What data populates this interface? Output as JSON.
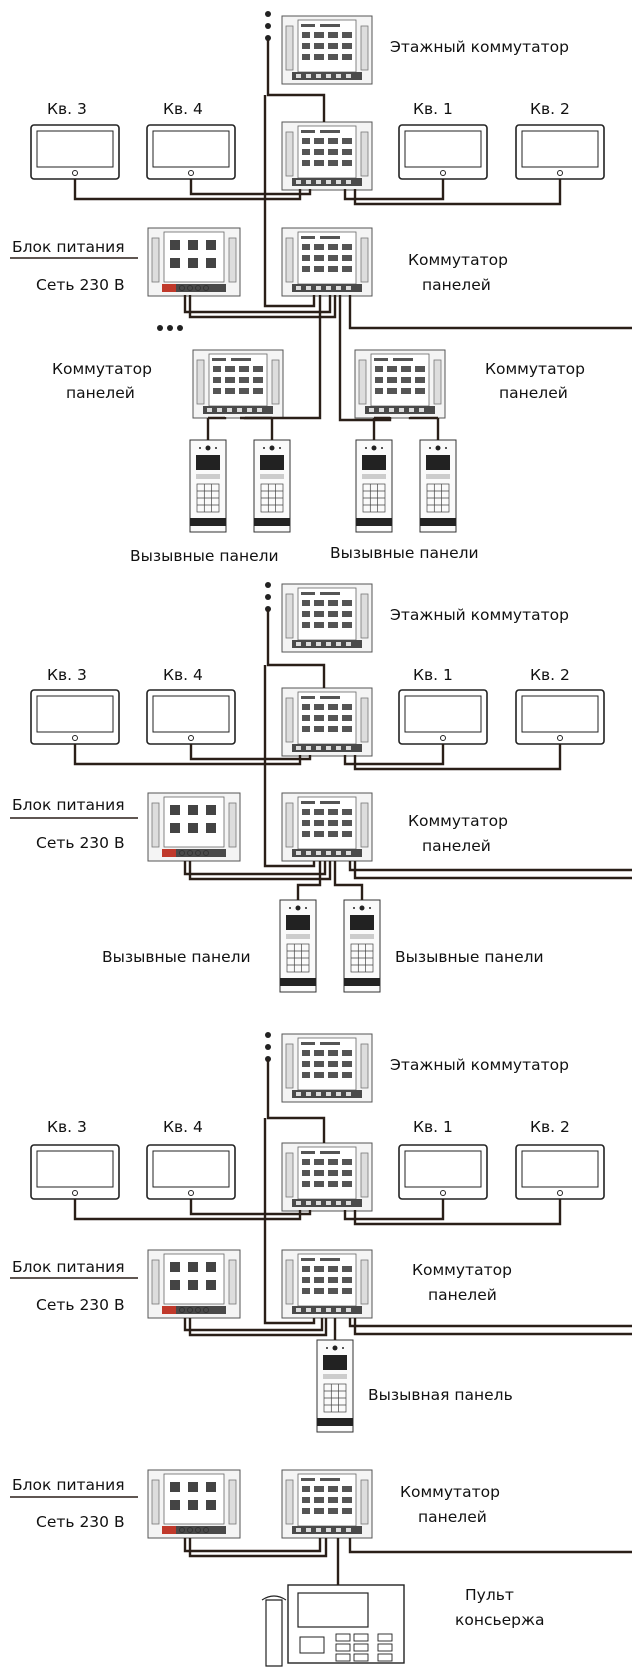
{
  "labels": {
    "floor_switch": "Этажный коммутатор",
    "apt1": "Кв. 1",
    "apt2": "Кв. 2",
    "apt3": "Кв. 3",
    "apt4": "Кв. 4",
    "power_unit": "Блок питания",
    "mains": "Сеть 230 В",
    "panel_switch_1": "Коммутатор",
    "panel_switch_2": "панелей",
    "call_panels": "Вызывные панели",
    "call_panel": "Вызывная панель",
    "concierge_1": "Пульт",
    "concierge_2": "консьержа"
  }
}
